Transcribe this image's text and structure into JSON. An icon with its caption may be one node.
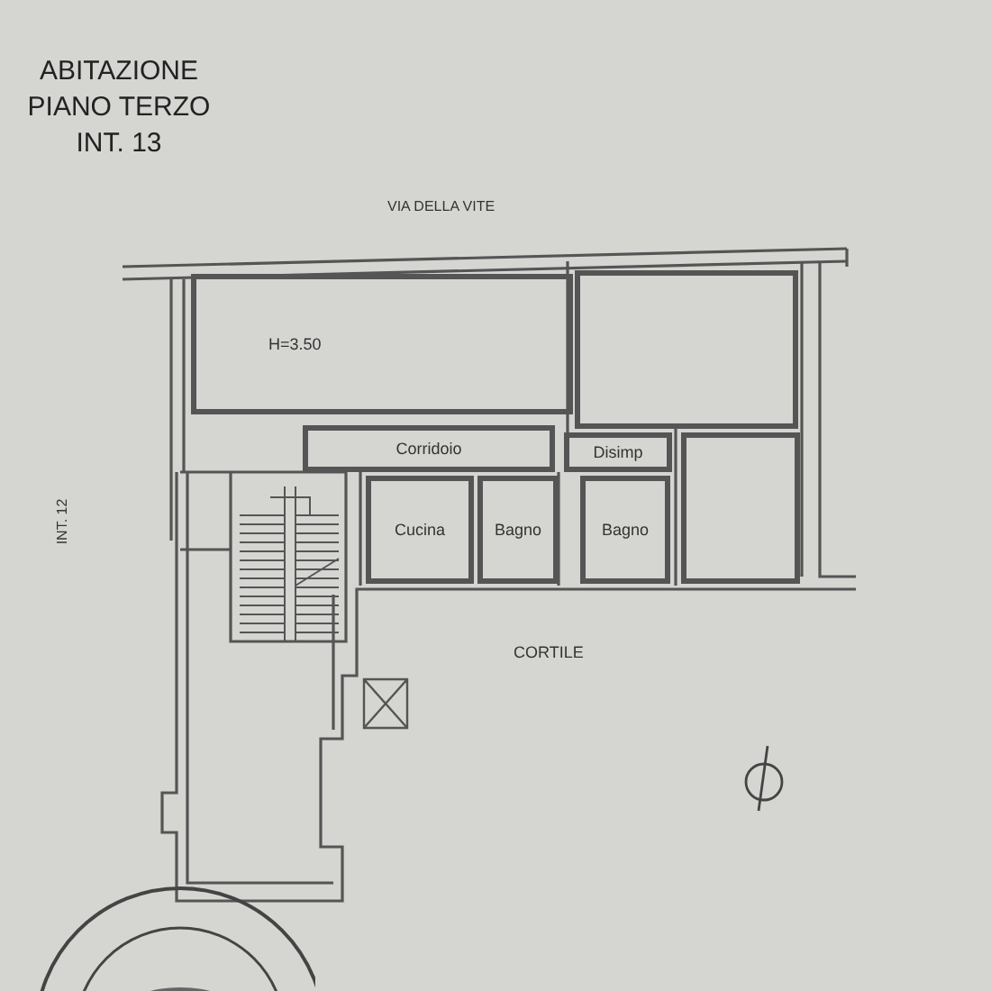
{
  "diagram": {
    "title": "ABITAZIONE PIANO TERZO INT. 13",
    "nodes": [
      {
        "text": [
          "H=3.50"
        ]
      },
      {
        "text": [],
        "shape": "box"
      },
      {
        "text": [
          "Corridoio"
        ]
      },
      {
        "text": [
          "Disimp"
        ]
      },
      {
        "text": [
          "Cucina"
        ]
      },
      {
        "text": [
          "Bagno"
        ]
      },
      {
        "text": [
          "Bagno"
        ]
      },
      {
        "text": [],
        "shape": "box"
      }
    ],
    "edges": [],
    "labels": [
      "VIA DELLA VITE",
      "INT. 12",
      "CORTILE"
    ]
  }
}
